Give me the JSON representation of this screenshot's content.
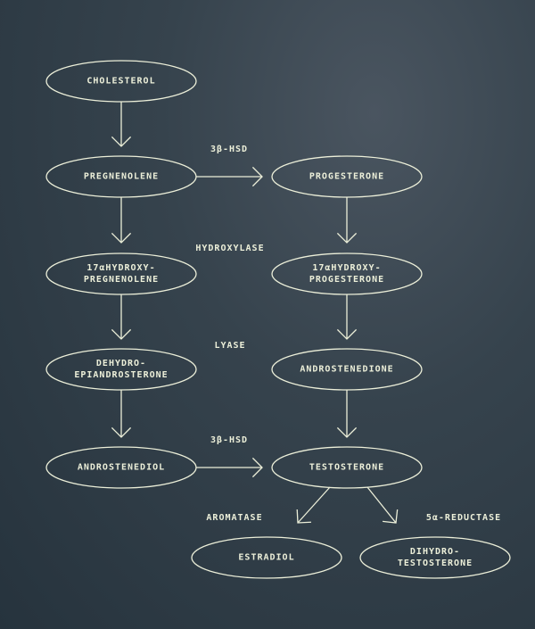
{
  "colors": {
    "line": "#ecefd9",
    "text": "#ecefd9"
  },
  "nodes": {
    "cholesterol": [
      "CHOLESTEROL"
    ],
    "pregnenolene": [
      "PREGNENOLENE"
    ],
    "progesterone": [
      "PROGESTERONE"
    ],
    "hydroxy_pregnenolene": [
      "17αHYDROXY-",
      "PREGNENOLENE"
    ],
    "hydroxy_progesterone": [
      "17αHYDROXY-",
      "PROGESTERONE"
    ],
    "dhea": [
      "DEHYDRO-",
      "EPIANDROSTERONE"
    ],
    "androstenedione": [
      "ANDROSTENEDIONE"
    ],
    "androstenediol": [
      "ANDROSTENEDIOL"
    ],
    "testosterone": [
      "TESTOSTERONE"
    ],
    "estradiol": [
      "ESTRADIOL"
    ],
    "dht": [
      "DIHYDRO-",
      "TESTOSTERONE"
    ]
  },
  "labels": {
    "hsd_top": "3β-HSD",
    "hydroxylase": "HYDROXYLASE",
    "lyase": "LYASE",
    "hsd_bottom": "3β-HSD",
    "aromatase": "AROMATASE",
    "reductase": "5α-REDUCTASE"
  }
}
